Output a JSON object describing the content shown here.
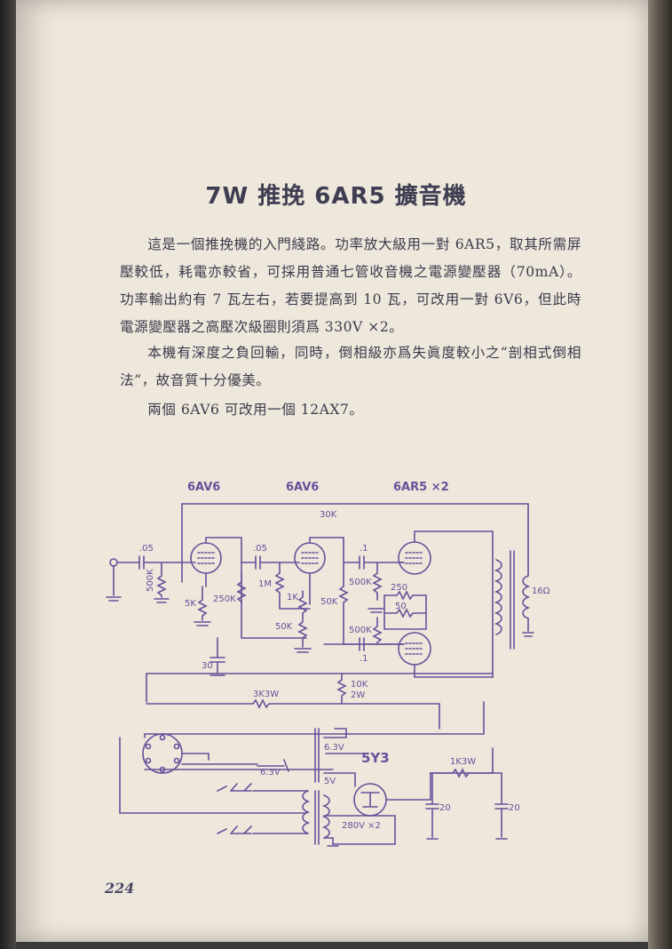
{
  "title": "7W 推挽 6AR5 擴音機",
  "paragraphs": [
    "這是一個推挽機的入門綫路。功率放大級用一對 6AR5，取其所需屏壓較低，耗電亦較省，可採用普通七管收音機之電源變壓器（70mA）。功率輸出約有 7 瓦左右，若要提高到 10 瓦，可改用一對 6V6，但此時電源變壓器之高壓次級圈則須爲 330V ×2。",
    "本機有深度之負回輸，同時，倒相級亦爲失眞度較小之“剖相式倒相法”，故音質十分優美。",
    "兩個 6AV6 可改用一個 12AX7。"
  ],
  "schematic": {
    "tubes": {
      "v1": "6AV6",
      "v2": "6AV6",
      "v3": "6AR5 ×2",
      "rect": "5Y3"
    },
    "components": {
      "c_in": ".05",
      "r_grid": "500K",
      "r_cath1": "5K",
      "r_load1": "250K",
      "c_couple": ".05",
      "r_1m": "1M",
      "r_1k": "1K",
      "r_50k_a": "50K",
      "r_50k_b": "50K",
      "c_pp1": ".1",
      "c_pp2": ".1",
      "r_500k_a": "500K",
      "r_500k_b": "500K",
      "r_250": "250",
      "r_50": "50",
      "r_fb": "30K",
      "c_30": "30",
      "r_3k3w": "3K3W",
      "r_10k": "10K",
      "r_10k_w": "2W",
      "r_1k3w": "1K3W",
      "c_20a": "20",
      "c_20b": "20",
      "out_imp": "16Ω",
      "w_63v_a": "6.3V",
      "w_63v_b": "6.3V",
      "w_5v": "5V",
      "w_280v": "280V ×2"
    }
  },
  "page_number": "224",
  "colors": {
    "paper": "#eee7dc",
    "text": "#3b3a4a",
    "ink_schematic": "#6a4f9a"
  }
}
